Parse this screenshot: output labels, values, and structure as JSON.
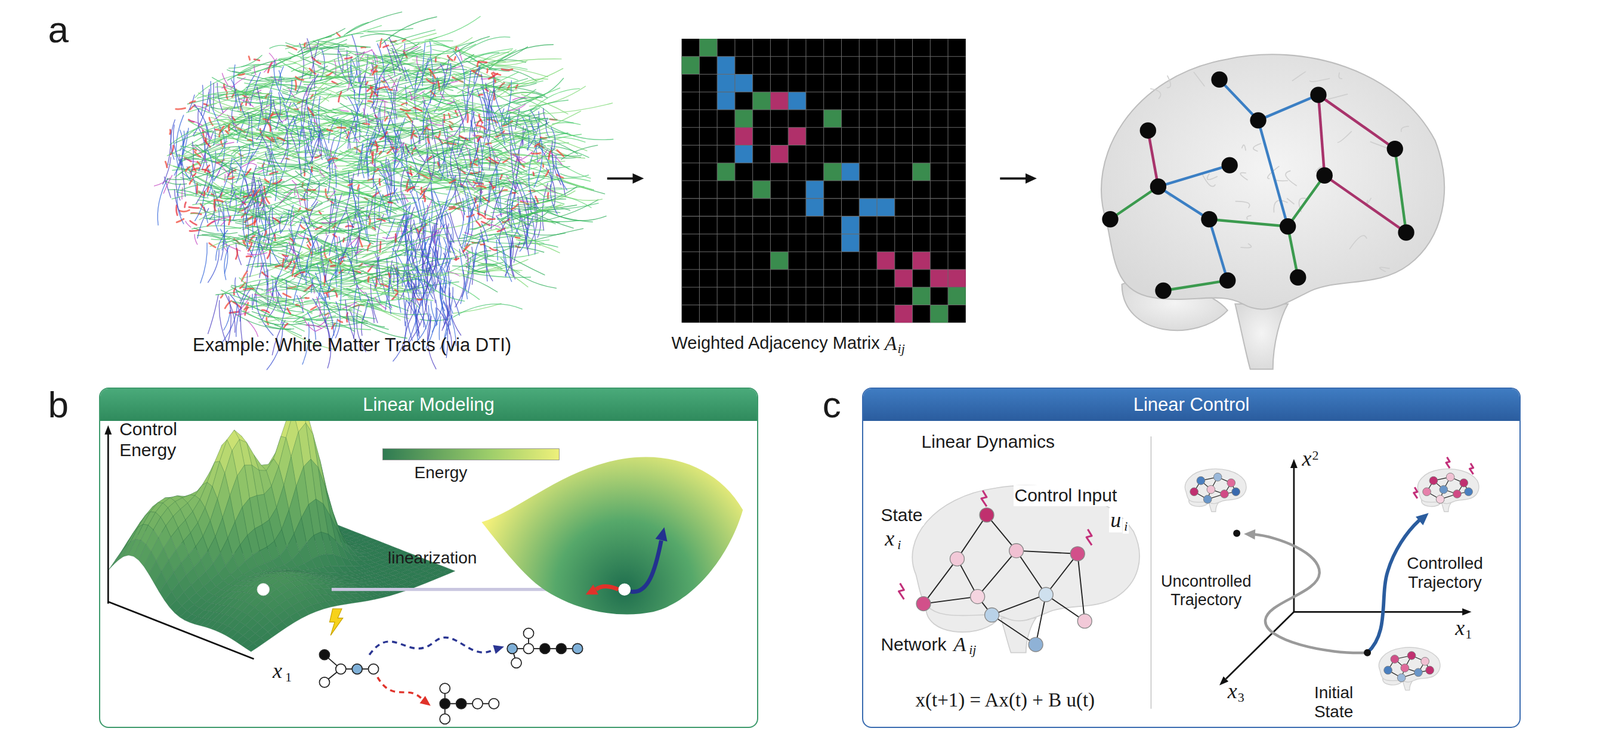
{
  "diagram": {
    "nodes": [
      {
        "text": [
          "Linear Modeling"
        ]
      },
      {
        "text": [
          "Linear Control"
        ]
      }
    ],
    "labels": [
      "a",
      "Example: White Matter Tracts (via DTI)",
      "Weighted Adjacency Matrix",
      "A",
      "ij",
      "b",
      "Control Energy",
      "Energy",
      "linearization",
      "x",
      "1",
      "c",
      "Linear Dynamics",
      "State",
      "x",
      "i",
      "Control Input",
      "u",
      "i",
      "Network",
      "A",
      "ij",
      "x(t+1) = Ax(t) + B u(t)",
      "x",
      "2",
      "Uncontrolled Trajectory",
      "Controlled Trajectory",
      "x",
      "1",
      "x",
      "3",
      "Initial State"
    ]
  }
}
